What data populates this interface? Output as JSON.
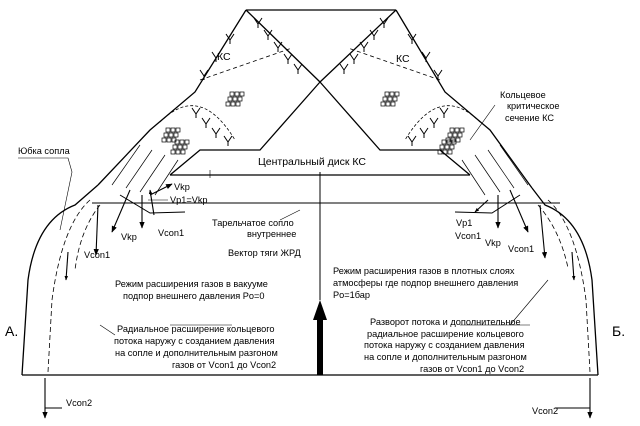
{
  "labels": {
    "ks_left": "КС",
    "ks_right": "КС",
    "ring_critical": [
      "Кольцевое",
      "критическое",
      "сечение КС"
    ],
    "skirt": "Юбка сопла",
    "central_disk": "Центральный диск КС",
    "vkp_left_top": "Vkp",
    "vp1_left": "Vp1=Vkp",
    "vkp_left_bottom": "Vkp",
    "vcon1_left_a": "Vcon1",
    "vcon1_left_b": "Vcon1",
    "plate_nozzle": [
      "Тарельчатое сопло",
      "внутреннее"
    ],
    "vp1_right": "Vp1",
    "vcon1_right_a": "Vcon1",
    "vkp_right": "Vkp",
    "vcon1_right_b": "Vcon1",
    "thrust_vector": "Вектор тяги ЖРД",
    "vacuum_mode": [
      "Режим расширения газов в вакууме",
      "подпор внешнего  давления Po=0"
    ],
    "dense_mode": [
      "Режим расширения газов в  плотных  слоях",
      "атмосферы где подпор внешнего  давления",
      "Po=1бар"
    ],
    "radial_left": [
      "Радиальное расширение кольцевого",
      "потока  наружу с созданием давления",
      "на сопле и дополнительным разгоном",
      "газов от Vcon1 до Vcon2"
    ],
    "radial_right": [
      "Разворот потока и дополнительное",
      "радиальное расширение кольцевого",
      "потока наружу с созданием давления",
      "на сопле и дополнительным разгоном",
      "газов от Vcon1 до Vcon2"
    ],
    "side_a": "А.",
    "side_b": "Б.",
    "vcon2_left": "Vcon2",
    "vcon2_right": "Vcon2"
  },
  "icons": {
    "injector": "injector-icon",
    "thrust_arrow": "thrust-arrow-icon"
  },
  "colors": {
    "ink": "#000000",
    "paper": "#ffffff"
  }
}
